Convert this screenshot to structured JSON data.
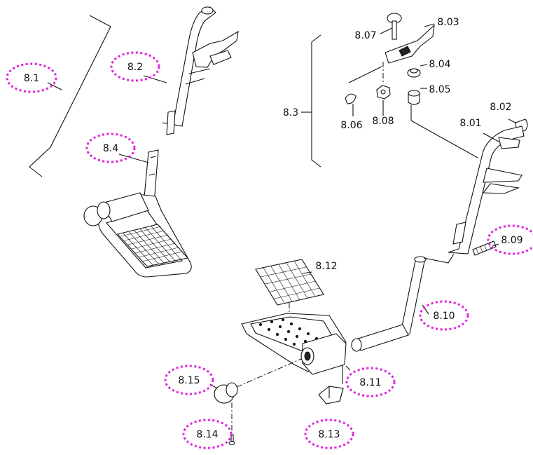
{
  "diagram": {
    "highlight_color": "#e31ee0",
    "labels": {
      "l8_1": "8.1",
      "l8_2": "8.2",
      "l8_4": "8.4",
      "l8_3": "8.3",
      "l8_07": "8.07",
      "l8_03": "8.03",
      "l8_04": "8.04",
      "l8_05": "8.05",
      "l8_06": "8.06",
      "l8_08": "8.08",
      "l8_02": "8.02",
      "l8_01": "8.01",
      "l8_09": "8.09",
      "l8_10": "8.10",
      "l8_12": "8.12",
      "l8_11": "8.11",
      "l8_15": "8.15",
      "l8_14": "8.14",
      "l8_13": "8.13"
    },
    "highlighted": [
      "8.1",
      "8.2",
      "8.4",
      "8.09",
      "8.10",
      "8.11",
      "8.15",
      "8.14",
      "8.13"
    ]
  }
}
